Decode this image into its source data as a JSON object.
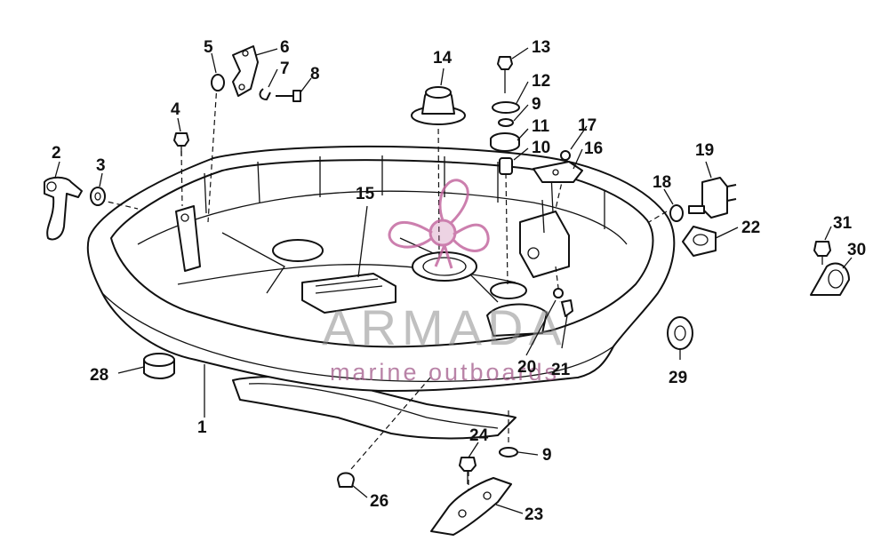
{
  "diagram": {
    "callouts": [
      "1",
      "2",
      "3",
      "4",
      "5",
      "6",
      "7",
      "8",
      "9",
      "9",
      "10",
      "11",
      "12",
      "13",
      "14",
      "15",
      "16",
      "17",
      "18",
      "19",
      "20",
      "21",
      "22",
      "23",
      "24",
      "26",
      "28",
      "29",
      "30",
      "31"
    ]
  },
  "watermark": {
    "brand": "ARMADA",
    "tagline": "marine outboards",
    "color_brand": "#8c8c8c",
    "color_accent": "#c0609a"
  }
}
